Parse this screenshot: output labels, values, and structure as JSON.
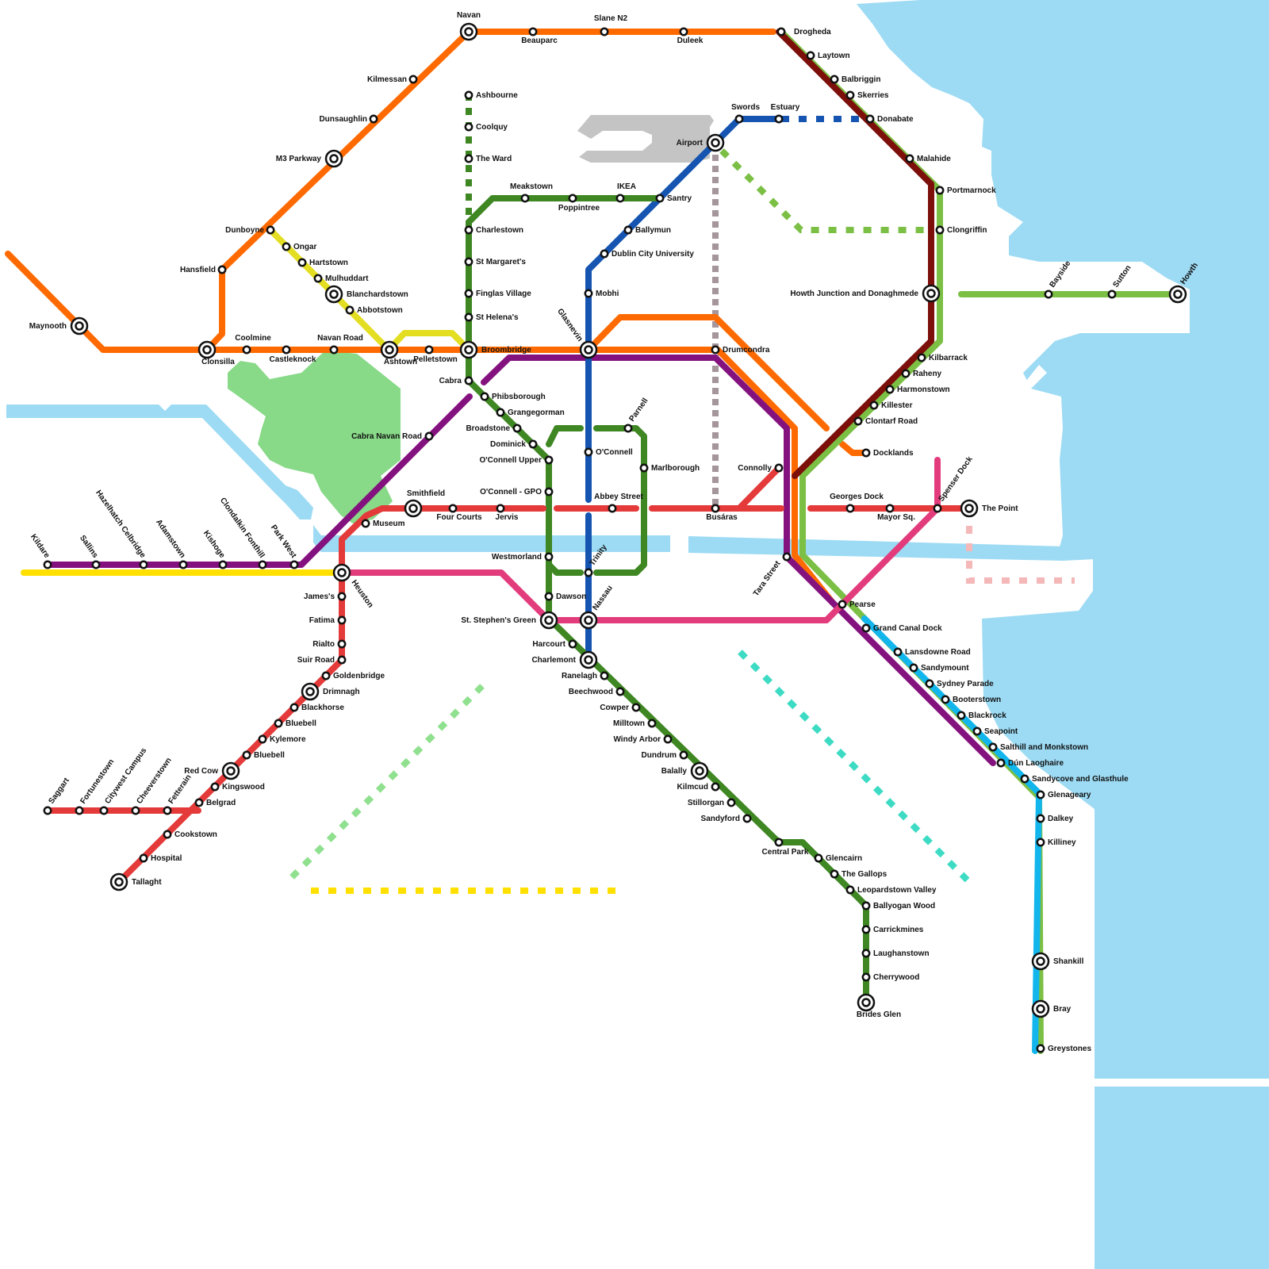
{
  "colors": {
    "water": "#9ddbf4",
    "park": "#88d988",
    "airport": "#c4c4c4",
    "orange": "#ff6a00",
    "yellow": "#e4de22",
    "dart_green": "#7bbf44",
    "dark_green": "#3e8722",
    "blue": "#1554b0",
    "purple": "#84127e",
    "red": "#e43a3a",
    "pink": "#e23c7c",
    "maroon": "#7c0f0a",
    "cyan": "#12b6ec",
    "grey_dash": "#a5969b",
    "light_pink": "#f4b8b8",
    "teal": "#3ddbc4",
    "light_green": "#8fe08f",
    "bright_yellow": "#ffe000"
  },
  "stations": [
    {
      "name": "Navan"
    },
    {
      "name": "Beauparc"
    },
    {
      "name": "Slane N2"
    },
    {
      "name": "Duleek"
    },
    {
      "name": "Drogheda"
    },
    {
      "name": "Laytown"
    },
    {
      "name": "Balbriggin"
    },
    {
      "name": "Skerries"
    },
    {
      "name": "Donabate"
    },
    {
      "name": "Malahide"
    },
    {
      "name": "Portmarnock"
    },
    {
      "name": "Clongriffin"
    },
    {
      "name": "Howth Junction and Donaghmede"
    },
    {
      "name": "Bayside"
    },
    {
      "name": "Sutton"
    },
    {
      "name": "Howth"
    },
    {
      "name": "Kilmessan"
    },
    {
      "name": "Dunsaughlin"
    },
    {
      "name": "M3 Parkway"
    },
    {
      "name": "Dunboyne"
    },
    {
      "name": "Hansfield"
    },
    {
      "name": "Maynooth"
    },
    {
      "name": "Clonsilla"
    },
    {
      "name": "Coolmine"
    },
    {
      "name": "Castleknock"
    },
    {
      "name": "Navan Road"
    },
    {
      "name": "Ashtown"
    },
    {
      "name": "Pelletstown"
    },
    {
      "name": "Broombridge"
    },
    {
      "name": "Ongar"
    },
    {
      "name": "Hartstown"
    },
    {
      "name": "Mulhuddart"
    },
    {
      "name": "Blanchardstown"
    },
    {
      "name": "Abbotstown"
    },
    {
      "name": "Ashbourne"
    },
    {
      "name": "Coolquy"
    },
    {
      "name": "The Ward"
    },
    {
      "name": "Charlestown"
    },
    {
      "name": "St Margaret's"
    },
    {
      "name": "Finglas Village"
    },
    {
      "name": "St Helena's"
    },
    {
      "name": "Meakstown"
    },
    {
      "name": "Poppintree"
    },
    {
      "name": "IKEA"
    },
    {
      "name": "Santry"
    },
    {
      "name": "Swords"
    },
    {
      "name": "Estuary"
    },
    {
      "name": "Airport"
    },
    {
      "name": "Ballymun"
    },
    {
      "name": "Dublin City University"
    },
    {
      "name": "Mobhi"
    },
    {
      "name": "Glasnevin"
    },
    {
      "name": "Drumcondra"
    },
    {
      "name": "Cabra"
    },
    {
      "name": "Phibsborough"
    },
    {
      "name": "Grangegorman"
    },
    {
      "name": "Broadstone"
    },
    {
      "name": "Dominick"
    },
    {
      "name": "O'Connell Upper"
    },
    {
      "name": "O'Connell - GPO"
    },
    {
      "name": "Westmorland"
    },
    {
      "name": "Dawson"
    },
    {
      "name": "St. Stephen's Green"
    },
    {
      "name": "Harcourt"
    },
    {
      "name": "Charlemont"
    },
    {
      "name": "Ranelagh"
    },
    {
      "name": "Beechwood"
    },
    {
      "name": "Cowper"
    },
    {
      "name": "Milltown"
    },
    {
      "name": "Windy Arbor"
    },
    {
      "name": "Dundrum"
    },
    {
      "name": "Balally"
    },
    {
      "name": "Kilmcud"
    },
    {
      "name": "Stillorgan"
    },
    {
      "name": "Sandyford"
    },
    {
      "name": "Central Park"
    },
    {
      "name": "Glencairn"
    },
    {
      "name": "The Gallops"
    },
    {
      "name": "Leopardstown Valley"
    },
    {
      "name": "Ballyogan Wood"
    },
    {
      "name": "Carrickmines"
    },
    {
      "name": "Laughanstown"
    },
    {
      "name": "Cherrywood"
    },
    {
      "name": "Brides Glen"
    },
    {
      "name": "Parnell"
    },
    {
      "name": "O'Connell"
    },
    {
      "name": "Marlborough"
    },
    {
      "name": "Abbey Street"
    },
    {
      "name": "Trinity"
    },
    {
      "name": "Nassau"
    },
    {
      "name": "Connolly"
    },
    {
      "name": "Busáras"
    },
    {
      "name": "Georges Dock"
    },
    {
      "name": "Mayor Sq."
    },
    {
      "name": "Spenser Dock"
    },
    {
      "name": "The Point"
    },
    {
      "name": "Docklands"
    },
    {
      "name": "Clontarf Road"
    },
    {
      "name": "Killester"
    },
    {
      "name": "Harmonstown"
    },
    {
      "name": "Raheny"
    },
    {
      "name": "Kilbarrack"
    },
    {
      "name": "Tara Street"
    },
    {
      "name": "Pearse"
    },
    {
      "name": "Grand Canal Dock"
    },
    {
      "name": "Lansdowne Road"
    },
    {
      "name": "Sandymount"
    },
    {
      "name": "Sydney Parade"
    },
    {
      "name": "Booterstown"
    },
    {
      "name": "Blackrock"
    },
    {
      "name": "Seapoint"
    },
    {
      "name": "Salthill and Monkstown"
    },
    {
      "name": "Dún Laoghaire"
    },
    {
      "name": "Sandycove and Glasthule"
    },
    {
      "name": "Glenageary"
    },
    {
      "name": "Dalkey"
    },
    {
      "name": "Killiney"
    },
    {
      "name": "Shankill"
    },
    {
      "name": "Bray"
    },
    {
      "name": "Greystones"
    },
    {
      "name": "Smithfield"
    },
    {
      "name": "Four Courts"
    },
    {
      "name": "Jervis"
    },
    {
      "name": "Museum"
    },
    {
      "name": "Cabra Navan Road"
    },
    {
      "name": "Heuston"
    },
    {
      "name": "James's"
    },
    {
      "name": "Fatima"
    },
    {
      "name": "Rialto"
    },
    {
      "name": "Suir Road"
    },
    {
      "name": "Goldenbridge"
    },
    {
      "name": "Drimnagh"
    },
    {
      "name": "Blackhorse"
    },
    {
      "name": "Bluebell"
    },
    {
      "name": "Kylemore"
    },
    {
      "name": "Bluebell"
    },
    {
      "name": "Red Cow"
    },
    {
      "name": "Kingswood"
    },
    {
      "name": "Belgrad"
    },
    {
      "name": "Cookstown"
    },
    {
      "name": "Hospital"
    },
    {
      "name": "Tallaght"
    },
    {
      "name": "Saggart"
    },
    {
      "name": "Fortunestown"
    },
    {
      "name": "Citywest Campus"
    },
    {
      "name": "Cheeverstown"
    },
    {
      "name": "Fetterain"
    },
    {
      "name": "Kildare"
    },
    {
      "name": "Sallins"
    },
    {
      "name": "Hazelhatch Celbridge"
    },
    {
      "name": "Adamstown"
    },
    {
      "name": "Kishoge"
    },
    {
      "name": "Clondalkin Fonthill"
    },
    {
      "name": "Park West"
    }
  ]
}
